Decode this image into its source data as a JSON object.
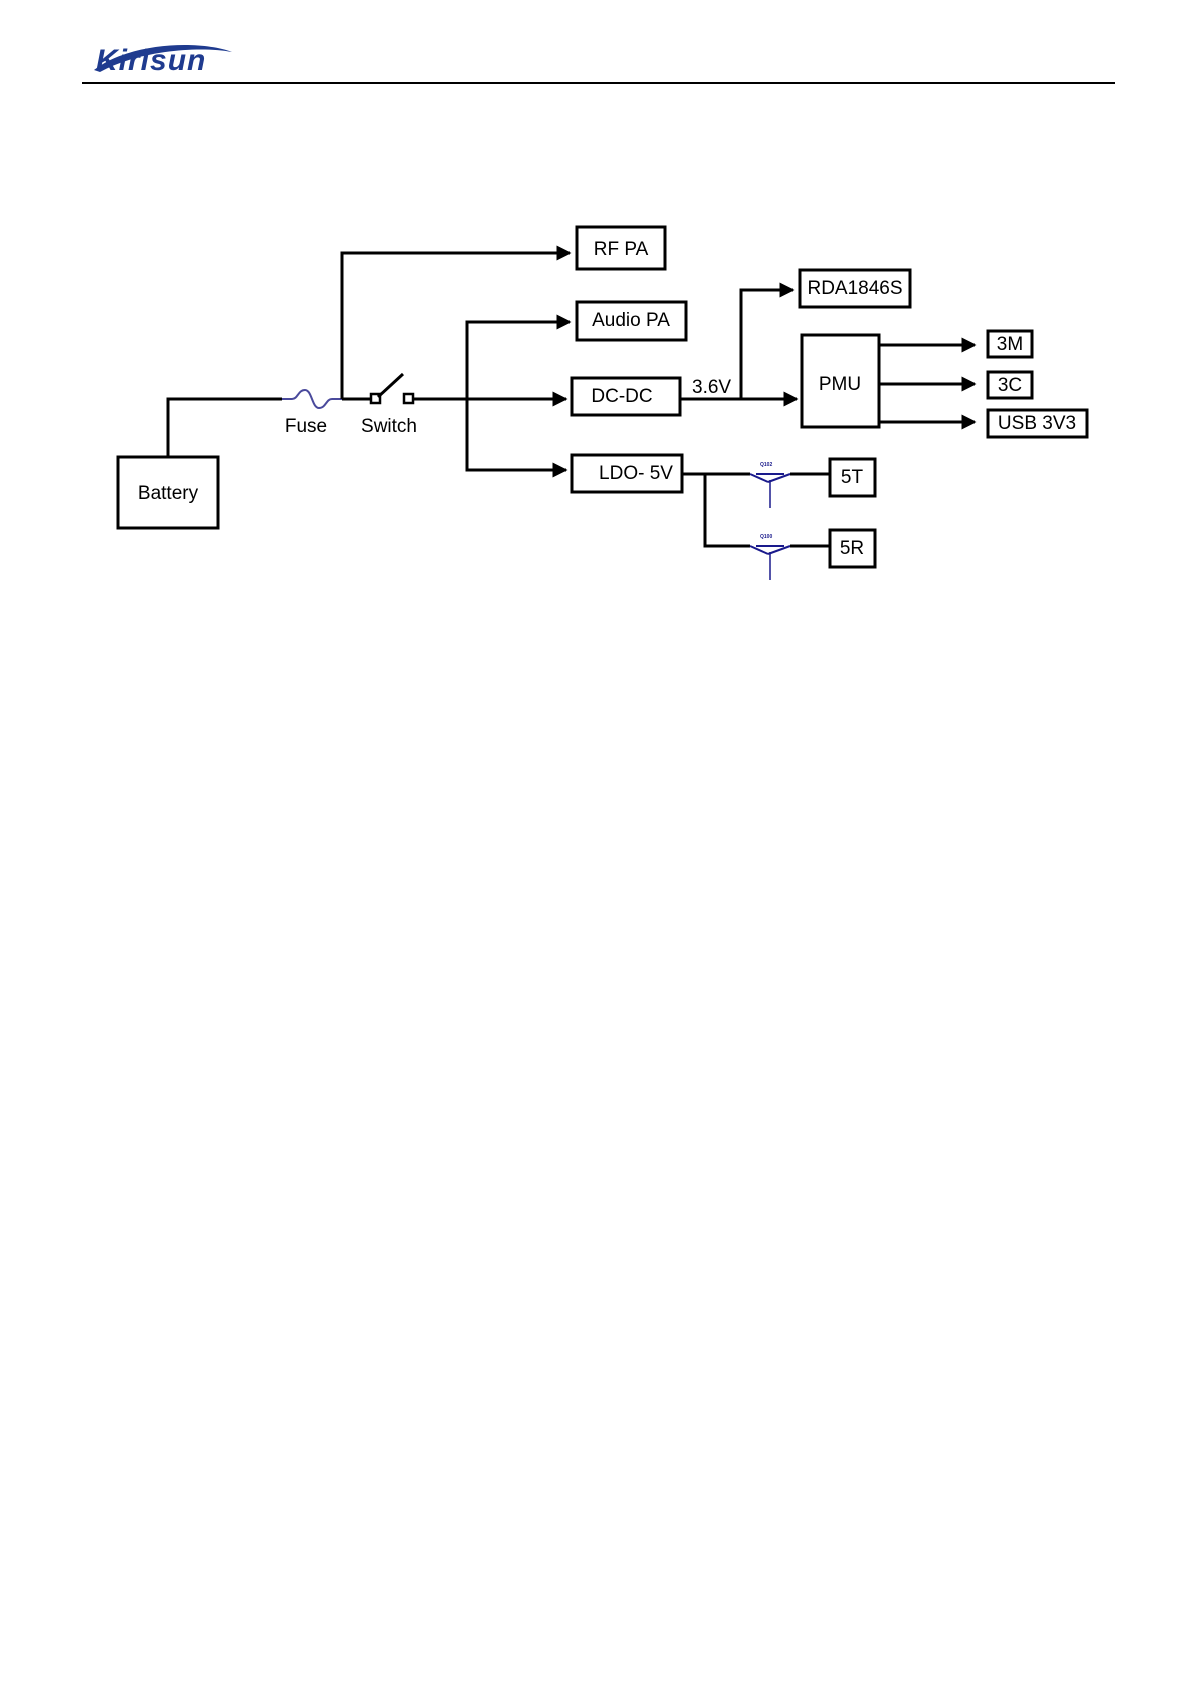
{
  "header": {
    "logo_text": "Kirisun"
  },
  "colors": {
    "logo_blue": "#1f3b8f",
    "line": "#000000",
    "transistor_blue": "#1a1a8c"
  },
  "diagram": {
    "source": {
      "battery": "Battery"
    },
    "components": {
      "fuse": "Fuse",
      "switch": "Switch",
      "q102": "Q102",
      "q100": "Q100"
    },
    "blocks": {
      "rf_pa": "RF PA",
      "audio_pa": "Audio PA",
      "dc_dc": "DC-DC",
      "ldo": "LDO- 5V",
      "rda": "RDA1846S",
      "pmu": "PMU",
      "out_3m": "3M",
      "out_3c": "3C",
      "out_usb": "USB 3V3",
      "out_5t": "5T",
      "out_5r": "5R"
    },
    "voltage_label": "3.6V"
  }
}
